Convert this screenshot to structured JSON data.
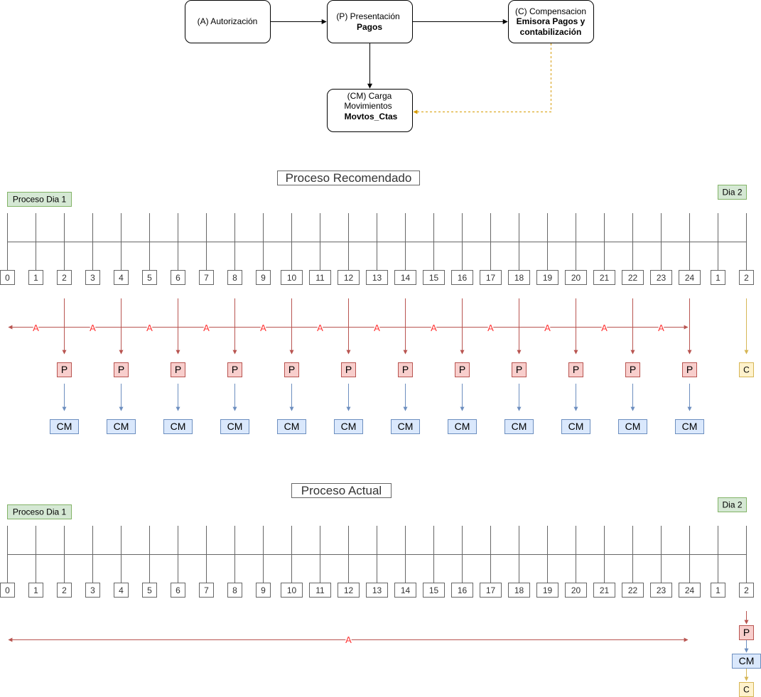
{
  "flow": {
    "autorizacion": {
      "line1": "(A) Autorización",
      "line2": ""
    },
    "presentacion": {
      "line1": "(P) Presentación",
      "line2": "Pagos"
    },
    "compensacion": {
      "line1": "(C) Compensacion",
      "line2": "Emisora Pagos y",
      "line3": "contabilización"
    },
    "carga": {
      "line1": "(CM) Carga",
      "line2": "Movimientos",
      "line3": "Movtos_Ctas"
    }
  },
  "recomendado": {
    "title": "Proceso Recomendado",
    "day1_label": "Proceso Dia 1",
    "day2_label": "Dia 2",
    "hour_labels": [
      "0",
      "1",
      "2",
      "3",
      "4",
      "5",
      "6",
      "7",
      "8",
      "9",
      "10",
      "11",
      "12",
      "13",
      "14",
      "15",
      "16",
      "17",
      "18",
      "19",
      "20",
      "21",
      "22",
      "23",
      "24",
      "1",
      "2"
    ],
    "a_label": "A",
    "a_count": 12,
    "p_label": "P",
    "p_hours": [
      2,
      4,
      6,
      8,
      10,
      12,
      14,
      16,
      18,
      20,
      22,
      24
    ],
    "cm_label": "CM",
    "c_label": "C"
  },
  "actual": {
    "title": "Proceso Actual",
    "day1_label": "Proceso Dia 1",
    "day2_label": "Dia 2",
    "hour_labels": [
      "0",
      "1",
      "2",
      "3",
      "4",
      "5",
      "6",
      "7",
      "8",
      "9",
      "10",
      "11",
      "12",
      "13",
      "14",
      "15",
      "16",
      "17",
      "18",
      "19",
      "20",
      "21",
      "22",
      "23",
      "24",
      "1",
      "2"
    ],
    "a_label": "A",
    "p_label": "P",
    "cm_label": "CM",
    "c_label": "C"
  },
  "colors": {
    "red": "#b85450",
    "red_fill": "#f8cecc",
    "blue": "#6c8ebf",
    "blue_fill": "#dae8fc",
    "yellow": "#d6b656",
    "yellow_fill": "#fff2cc",
    "green_stroke": "#82b366",
    "green_fill": "#d5e8d4",
    "orange_dashed": "#d79b00",
    "a_text": "#ff3333",
    "gray": "#666666"
  }
}
